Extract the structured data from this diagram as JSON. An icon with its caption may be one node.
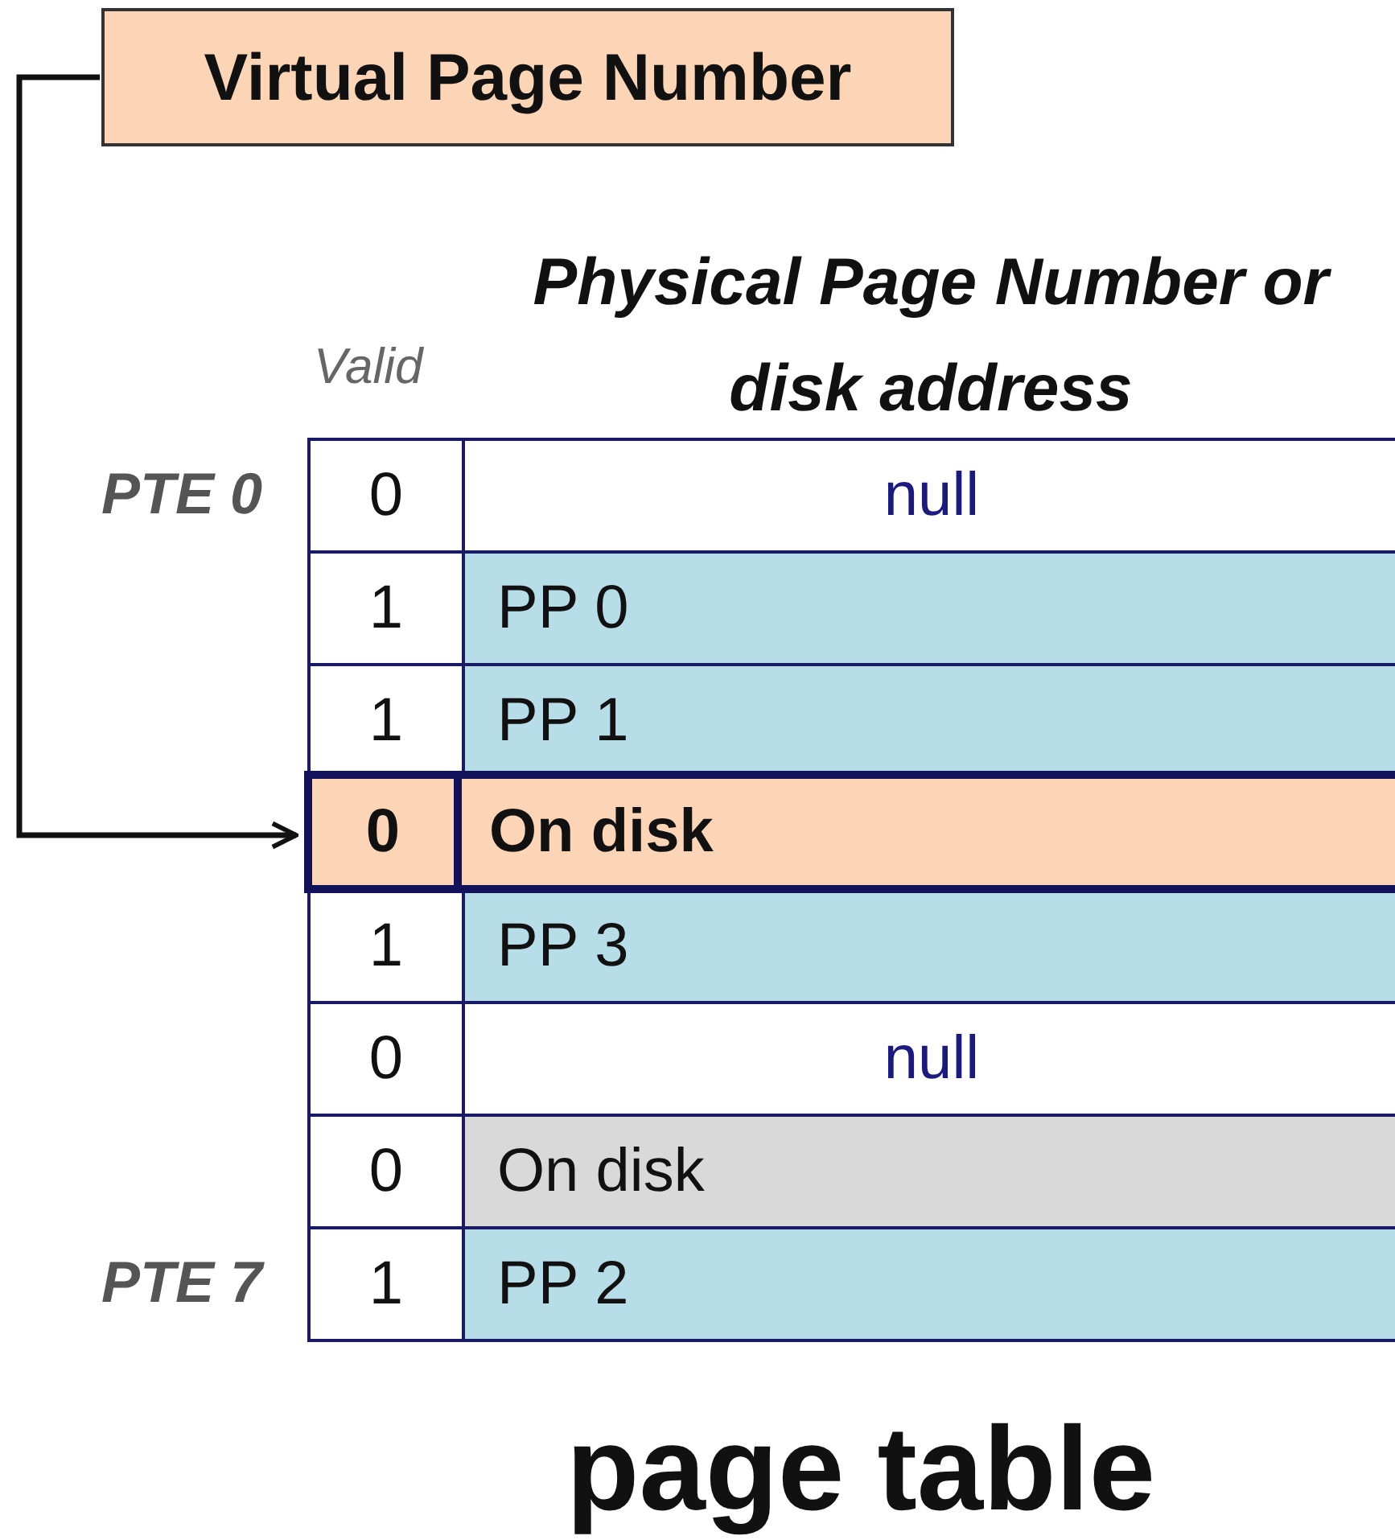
{
  "diagram": {
    "caption": "page table",
    "nodes": [
      {
        "text": [
          "Virtual Page Number"
        ]
      },
      {
        "text": [
          "0",
          "On disk"
        ]
      }
    ],
    "edges": [
      {
        "from": 0,
        "to": 1,
        "arrow": "to"
      }
    ],
    "labels": [
      "Valid",
      "Physical Page Number or disk address",
      "PTE 0",
      "0",
      "null",
      "1",
      "PP 0",
      "1",
      "PP 1",
      "1",
      "PP 3",
      "0",
      "null",
      "0",
      "On disk",
      "PTE 7",
      "1",
      "PP 2"
    ]
  }
}
